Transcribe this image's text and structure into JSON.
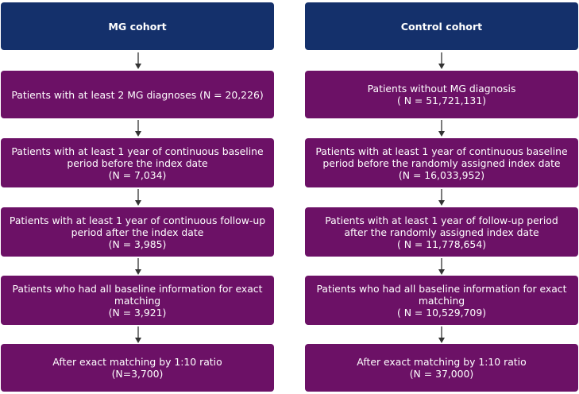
{
  "left_column": {
    "header": "MG cohort",
    "steps": [
      {
        "lines": [
          "Patients with at least 2 MG diagnoses (N = 20,226)"
        ]
      },
      {
        "lines": [
          "Patients with at least 1 year of continuous baseline",
          "period before the index date",
          "(N = 7,034)"
        ]
      },
      {
        "lines": [
          "Patients with at least 1 year of continuous follow-up",
          "period after the index date",
          "(N = 3,985)"
        ]
      },
      {
        "lines": [
          "Patients who had all baseline information for exact",
          "matching",
          "(N = 3,921)"
        ]
      },
      {
        "lines": [
          "After exact matching by 1:10 ratio",
          "(N=3,700)"
        ]
      }
    ]
  },
  "right_column": {
    "header": "Control cohort",
    "steps": [
      {
        "lines": [
          "Patients without MG diagnosis",
          "( N = 51,721,131)"
        ]
      },
      {
        "lines": [
          "Patients with at least 1 year of continuous baseline",
          "period before the randomly assigned index date",
          "(N = 16,033,952)"
        ]
      },
      {
        "lines": [
          "Patients with at least 1 year of follow-up period",
          "after the randomly assigned index date",
          "( N = 11,778,654)"
        ]
      },
      {
        "lines": [
          "Patients who had all baseline information for exact",
          "matching",
          "( N = 10,529,709)"
        ]
      },
      {
        "lines": [
          "After exact matching by 1:10 ratio",
          "(N = 37,000)"
        ]
      }
    ]
  },
  "colors": {
    "header_fill": "#14306b",
    "step_fill": "#6c1166",
    "arrow": "#333333"
  }
}
